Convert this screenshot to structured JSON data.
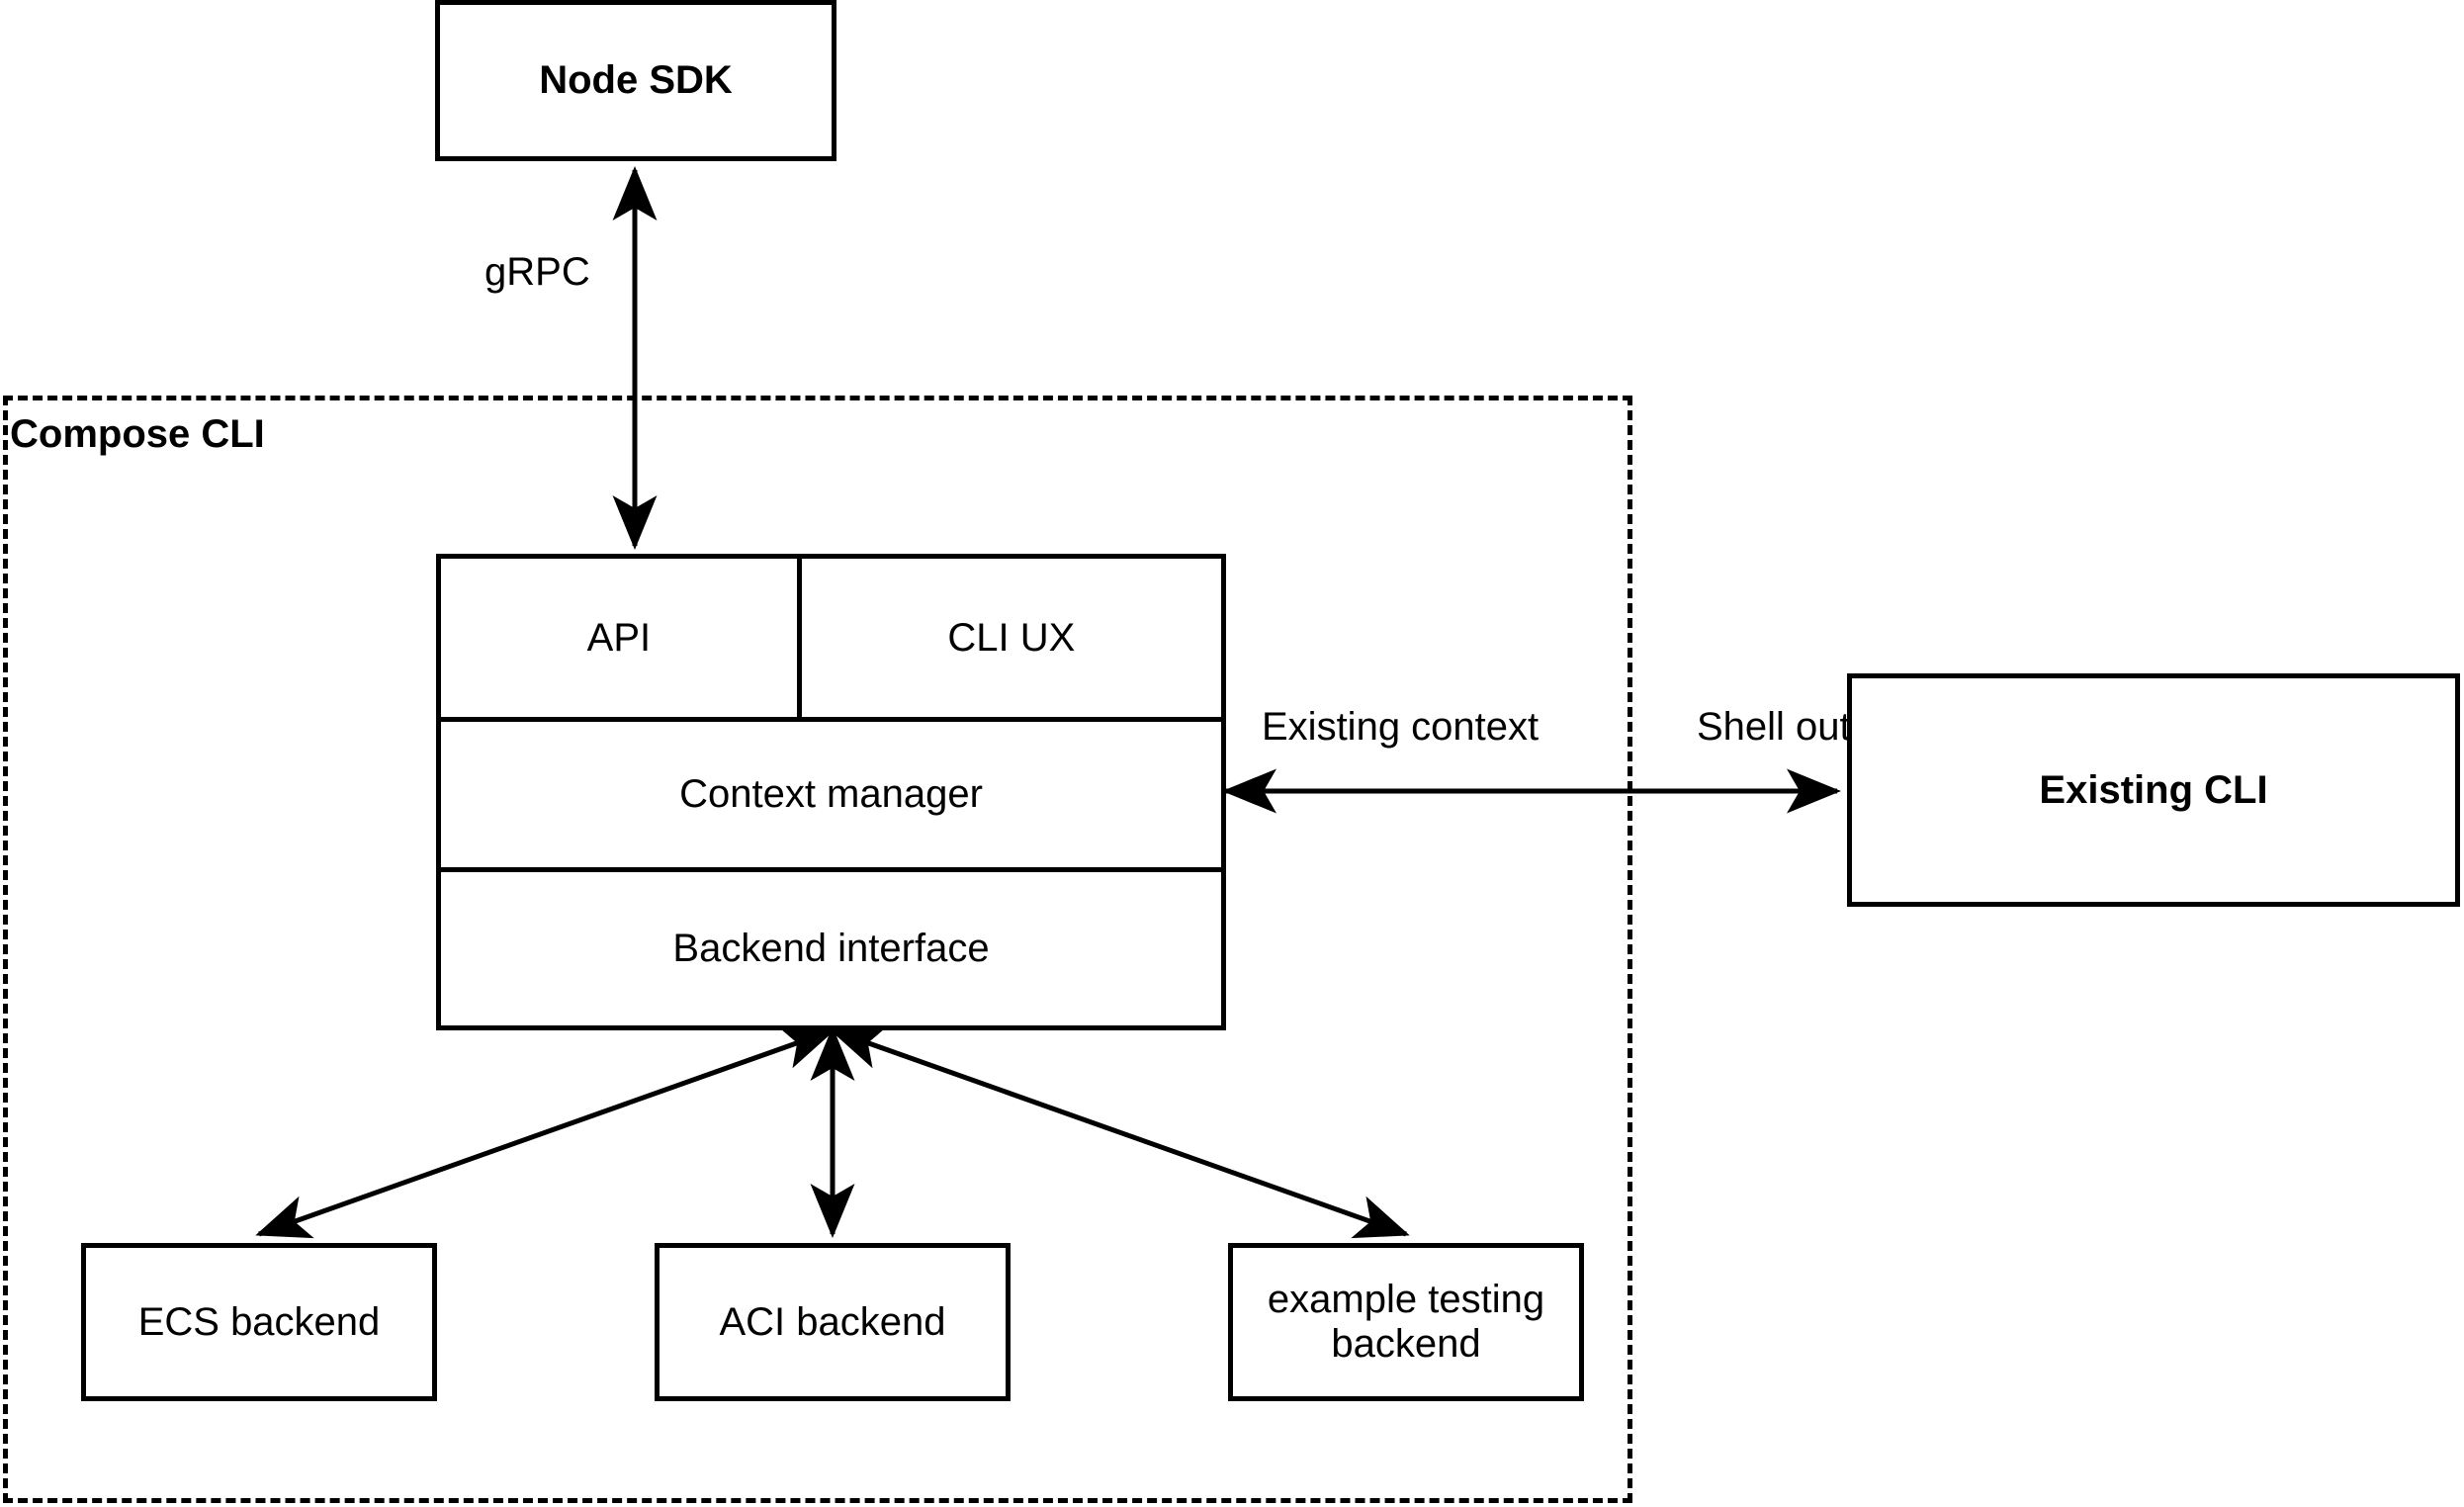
{
  "diagram": {
    "title_node": "Node SDK",
    "nodes": {
      "node_sdk": "Node SDK",
      "existing_cli": "Existing CLI",
      "ecs_backend": "ECS backend",
      "aci_backend": "ACI backend",
      "example_testing_backend_line1": "example testing",
      "example_testing_backend_line2": "backend"
    },
    "group": {
      "label": "Compose CLI"
    },
    "stack": {
      "row1": {
        "api": "API",
        "cli_ux": "CLI UX"
      },
      "row2": {
        "context_manager": "Context manager"
      },
      "row3": {
        "backend_interface": "Backend interface"
      }
    },
    "edges": {
      "grpc": "gRPC",
      "existing_context": "Existing context",
      "shell_out": "Shell out"
    },
    "colors": {
      "stroke": "#000000",
      "fill": "#ffffff",
      "text": "#000000"
    }
  }
}
